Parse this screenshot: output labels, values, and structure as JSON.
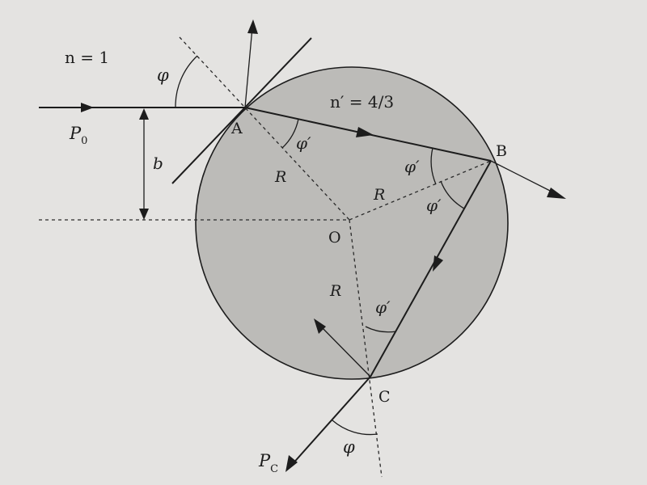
{
  "labels": {
    "n_outer": "n = 1",
    "n_inner": "n′ = 4/3",
    "point_a": "A",
    "point_b": "B",
    "point_c": "C",
    "center": "O",
    "radius": "R",
    "impact": "b",
    "angle_inc": "φ",
    "angle_ref": "φ′",
    "beam_in": "P",
    "beam_in_sub": "0",
    "beam_out": "P",
    "beam_out_sub": "C"
  },
  "colors": {
    "sphere_fill": "#bcbbb8",
    "paper": "#e4e3e1",
    "ink": "#1c1c1c"
  }
}
